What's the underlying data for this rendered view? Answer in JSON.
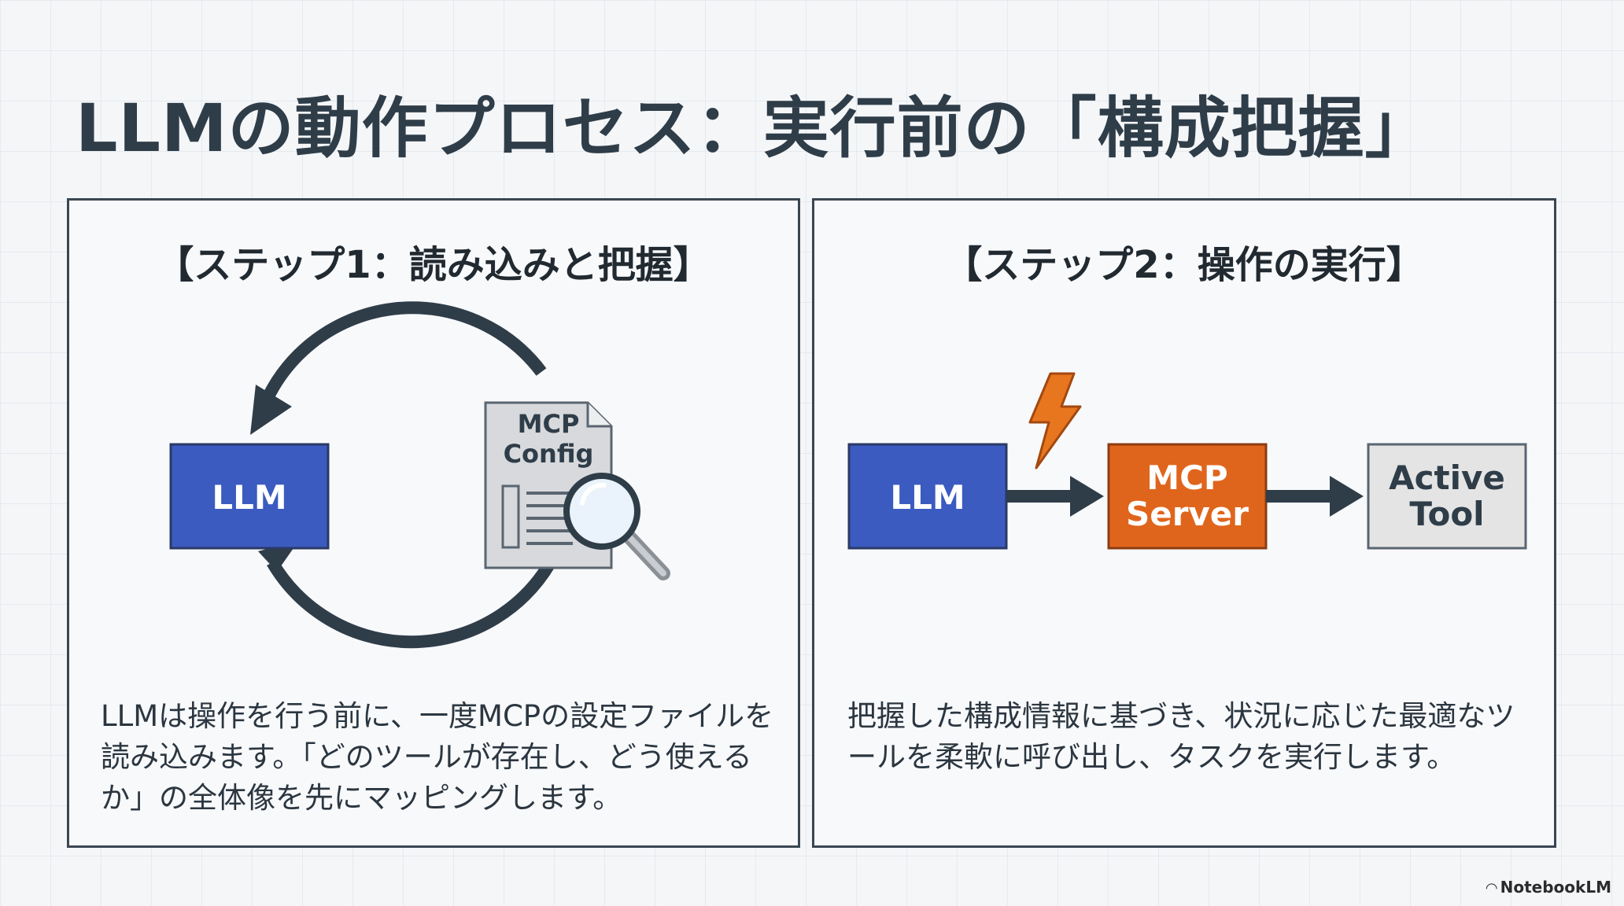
{
  "title": "LLMの動作プロセス：実行前の「構成把握」",
  "step1": {
    "title": "【ステップ1：読み込みと把握】",
    "llm_label": "LLM",
    "config_label_line1": "MCP",
    "config_label_line2": "Config",
    "description": "LLMは操作を行う前に、一度MCPの設定ファイルを読み込みます。「どのツールが存在し、どう使えるか」の全体像を先にマッピングします。"
  },
  "step2": {
    "title": "【ステップ2：操作の実行】",
    "llm_label": "LLM",
    "server_label_line1": "MCP",
    "server_label_line2": "Server",
    "tool_label_line1": "Active",
    "tool_label_line2": "Tool",
    "description": "把握した構成情報に基づき、状況に応じた最適なツールを柔軟に呼び出し、タスクを実行します。"
  },
  "watermark": "NotebookLM",
  "colors": {
    "llm_box": "#3b5bc0",
    "server_box": "#e0651c",
    "tool_box": "#e4e4e4",
    "arrow": "#2f3d49",
    "bolt": "#e8761e"
  },
  "icons": [
    "cycle-arrow-icon",
    "document-icon",
    "magnifier-icon",
    "lightning-bolt-icon",
    "notebooklm-logo-icon"
  ]
}
